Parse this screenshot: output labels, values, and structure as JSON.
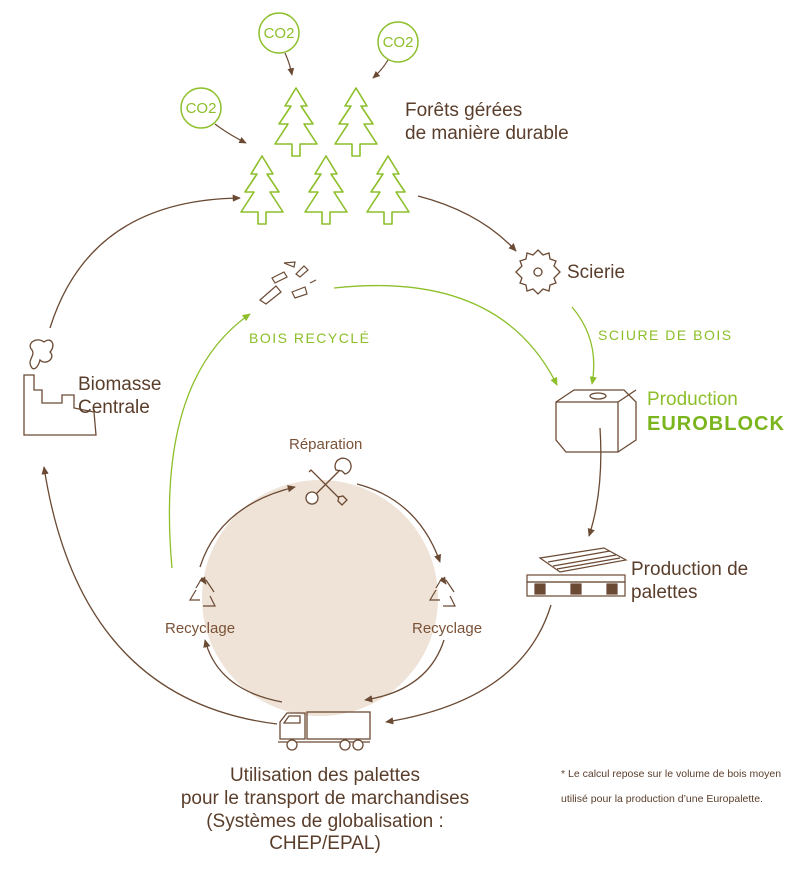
{
  "labels": {
    "forets": [
      "Forêts gérées",
      "de manière durable"
    ],
    "scierie": "Scierie",
    "sciure": "SCIURE DE BOIS",
    "bois_recycle": "BOIS RECYCLÉ",
    "production": "Production",
    "euroblock": "EUROBLOCK",
    "production_palettes": [
      "Production de",
      "palettes"
    ],
    "biomasse": [
      "Biomasse",
      "Centrale"
    ],
    "reparation": "Réparation",
    "recyclage_left": "Recyclage",
    "recyclage_right": "Recyclage",
    "utilisation": [
      "Utilisation des palettes",
      "pour le transport de marchandises",
      "(Systèmes de globalisation :",
      "CHEP/EPAL)"
    ],
    "footnote": [
      "* Le calcul repose sur le volume de bois moyen",
      "utilisé pour la production d’une Europalette."
    ]
  },
  "co2": [
    "CO2",
    "CO2",
    "CO2"
  ],
  "colors": {
    "green": "#8cbf2a",
    "brown": "#5a3e2b",
    "line": "#6b4a34",
    "fill": "#efe2d6"
  },
  "icons": [
    "co2-bubble-icon",
    "tree-icon",
    "saw-blade-icon",
    "euroblock-icon",
    "pallet-icon",
    "truck-icon",
    "wrench-screwdriver-icon",
    "recycle-icon",
    "broken-wood-icon",
    "power-plant-icon"
  ]
}
